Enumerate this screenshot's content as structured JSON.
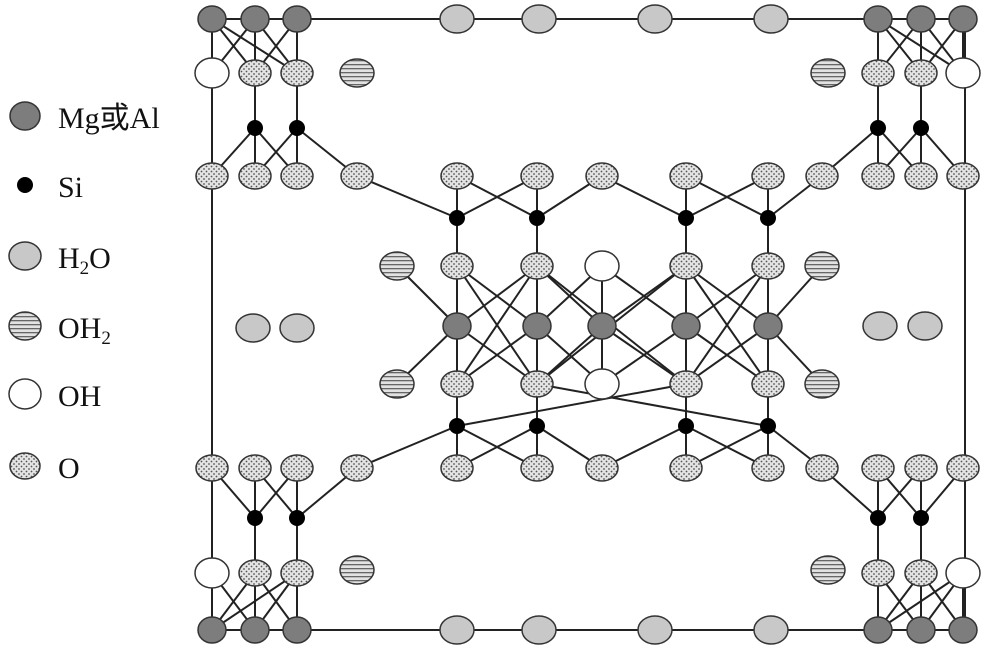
{
  "legend": {
    "mg_al": "Mg或Al",
    "si": "Si",
    "h2o_main": "H",
    "h2o_sub": "2",
    "h2o_tail": "O",
    "oh2_main": "OH",
    "oh2_sub": "2",
    "oh": "OH",
    "o": "O"
  },
  "colors": {
    "mg_al": "#7d7d7d",
    "si": "#000000",
    "h2o": "#c8c8c8",
    "oh2": "#d6d6d6",
    "oh": "#ffffff",
    "o": "#dcdcdc",
    "line": "#222222"
  }
}
